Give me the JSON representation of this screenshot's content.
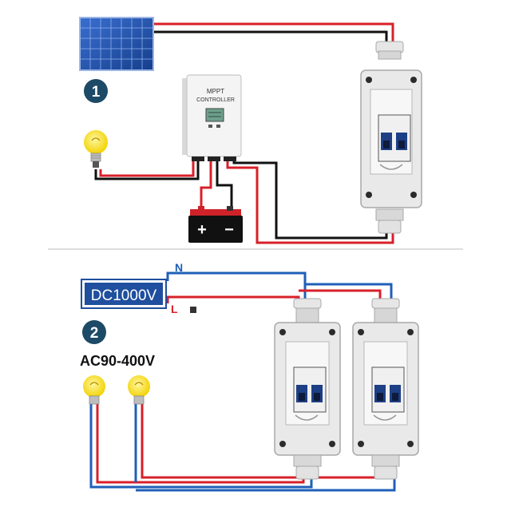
{
  "diagram": {
    "panel_top": {
      "step_number": "1",
      "controller_label_line1": "MPPT",
      "controller_label_line2": "CONTROLLER",
      "battery_plus": "+",
      "battery_minus": "−"
    },
    "panel_bottom": {
      "step_number": "2",
      "source_label": "DC1000V",
      "wire_n_label": "N",
      "wire_l_label": "L",
      "voltage_label": "AC90-400V"
    },
    "colors": {
      "wire_positive": "#d8202a",
      "wire_negative": "#111111",
      "wire_neutral": "#1f5fb8",
      "step_badge": "#1d4a66",
      "source_box": "#1f4f9e",
      "solar_panel": "#1e4fa8",
      "bulb": "#f5d90a"
    },
    "icons": [
      "solar-panel-icon",
      "bulb-icon",
      "battery-icon",
      "mppt-controller-icon",
      "breaker-box-icon",
      "separator-line"
    ]
  }
}
